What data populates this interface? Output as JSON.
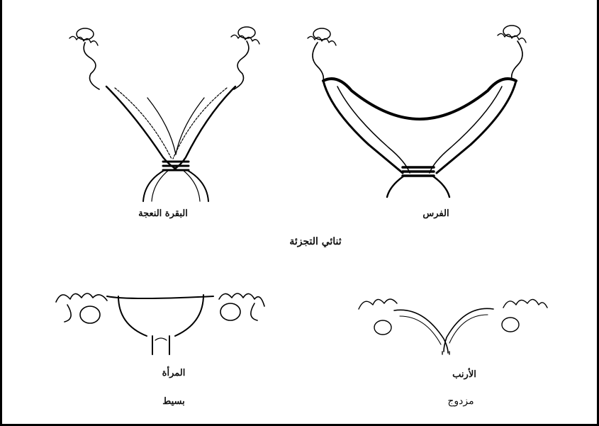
{
  "diagram": {
    "labels": {
      "cow_sheep": "البقرة النعجة",
      "mare": "الفرس",
      "group_title": "ثنائي التجزئة",
      "woman": "المرأة",
      "rabbit": "الأرنب",
      "simplex": "بسيط",
      "duplex": "مزدوج"
    }
  }
}
